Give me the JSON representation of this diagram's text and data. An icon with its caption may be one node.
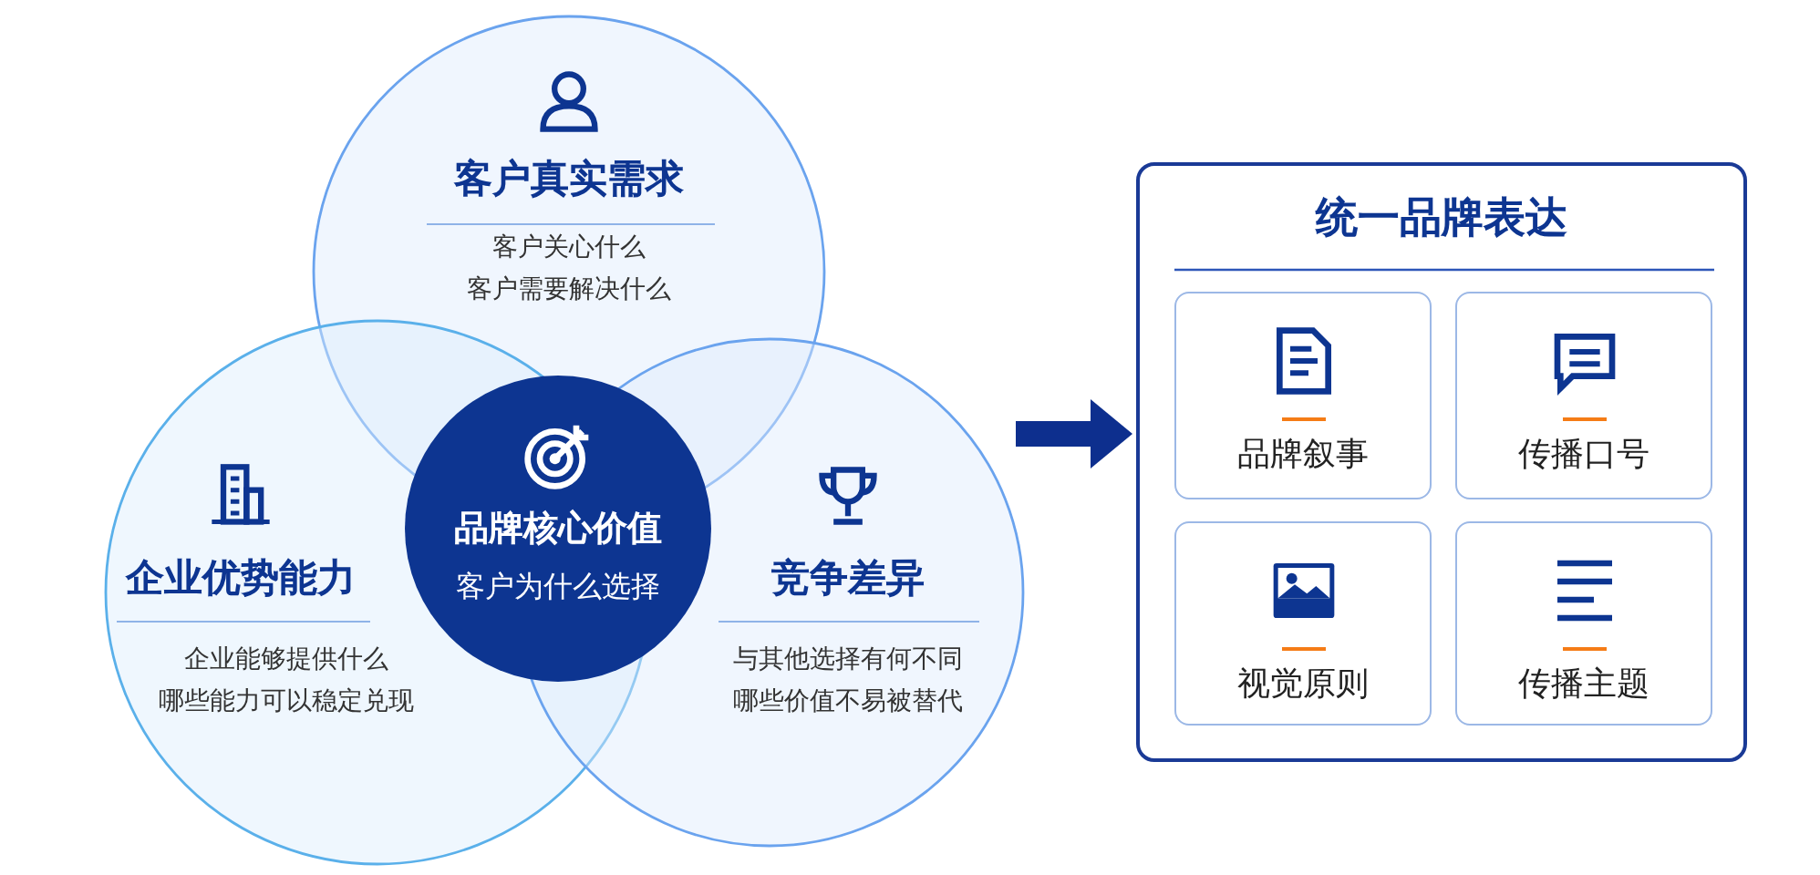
{
  "diagram": {
    "nodes": [
      {
        "text": [
          "客户真实需求",
          "客户关心什么",
          "客户需要解决什么"
        ]
      },
      {
        "text": [
          "企业优势能力",
          "企业能够提供什么",
          "哪些能力可以稳定兑现"
        ]
      },
      {
        "text": [
          "竞争差异",
          "与其他选择有何不同",
          "哪些价值不易被替代"
        ]
      },
      {
        "text": [
          "品牌核心价值",
          "客户为什么选择"
        ]
      },
      {
        "text": [
          "统一品牌表达"
        ]
      },
      {
        "text": [
          "品牌叙事"
        ],
        "in": 4
      },
      {
        "text": [
          "传播口号"
        ],
        "in": 4
      },
      {
        "text": [
          "视觉原则"
        ],
        "in": 4
      },
      {
        "text": [
          "传播主题"
        ],
        "in": 4
      }
    ],
    "edges": [
      {
        "from": null,
        "to": 4,
        "arrow": "to"
      }
    ]
  }
}
